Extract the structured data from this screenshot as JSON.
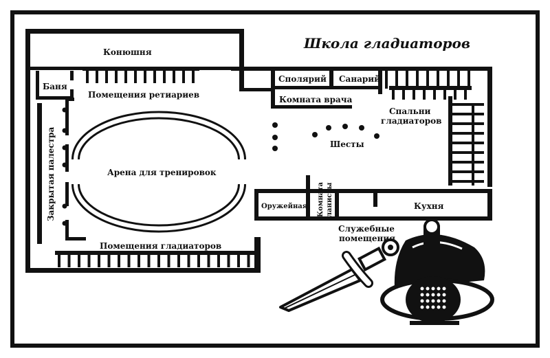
{
  "title": "Школа гладиаторов",
  "labels": {
    "stable": "Конюшня",
    "bath": "Баня",
    "retiarii_rooms": "Помещения ретиариев",
    "closed_palaestra": "Закрытая палестра",
    "arena": "Арена для тренировок",
    "gladiator_rooms": "Помещения гладиаторов",
    "spoliarium": "Сполярий",
    "sanarium": "Санарий",
    "doctor_room": "Комната врача",
    "bedrooms_line1": "Спальни",
    "bedrooms_line2": "гладиаторов",
    "poles": "Шесты",
    "armory": "Оружейная",
    "lanista_line1": "Комната",
    "lanista_line2": "ланисты",
    "kitchen": "Кухня",
    "service_line1": "Служебные",
    "service_line2": "помещения"
  },
  "icons": [
    "sword-icon",
    "gladiator-helmet-icon"
  ],
  "colors": {
    "ink": "#111111",
    "paper": "#ffffff"
  }
}
